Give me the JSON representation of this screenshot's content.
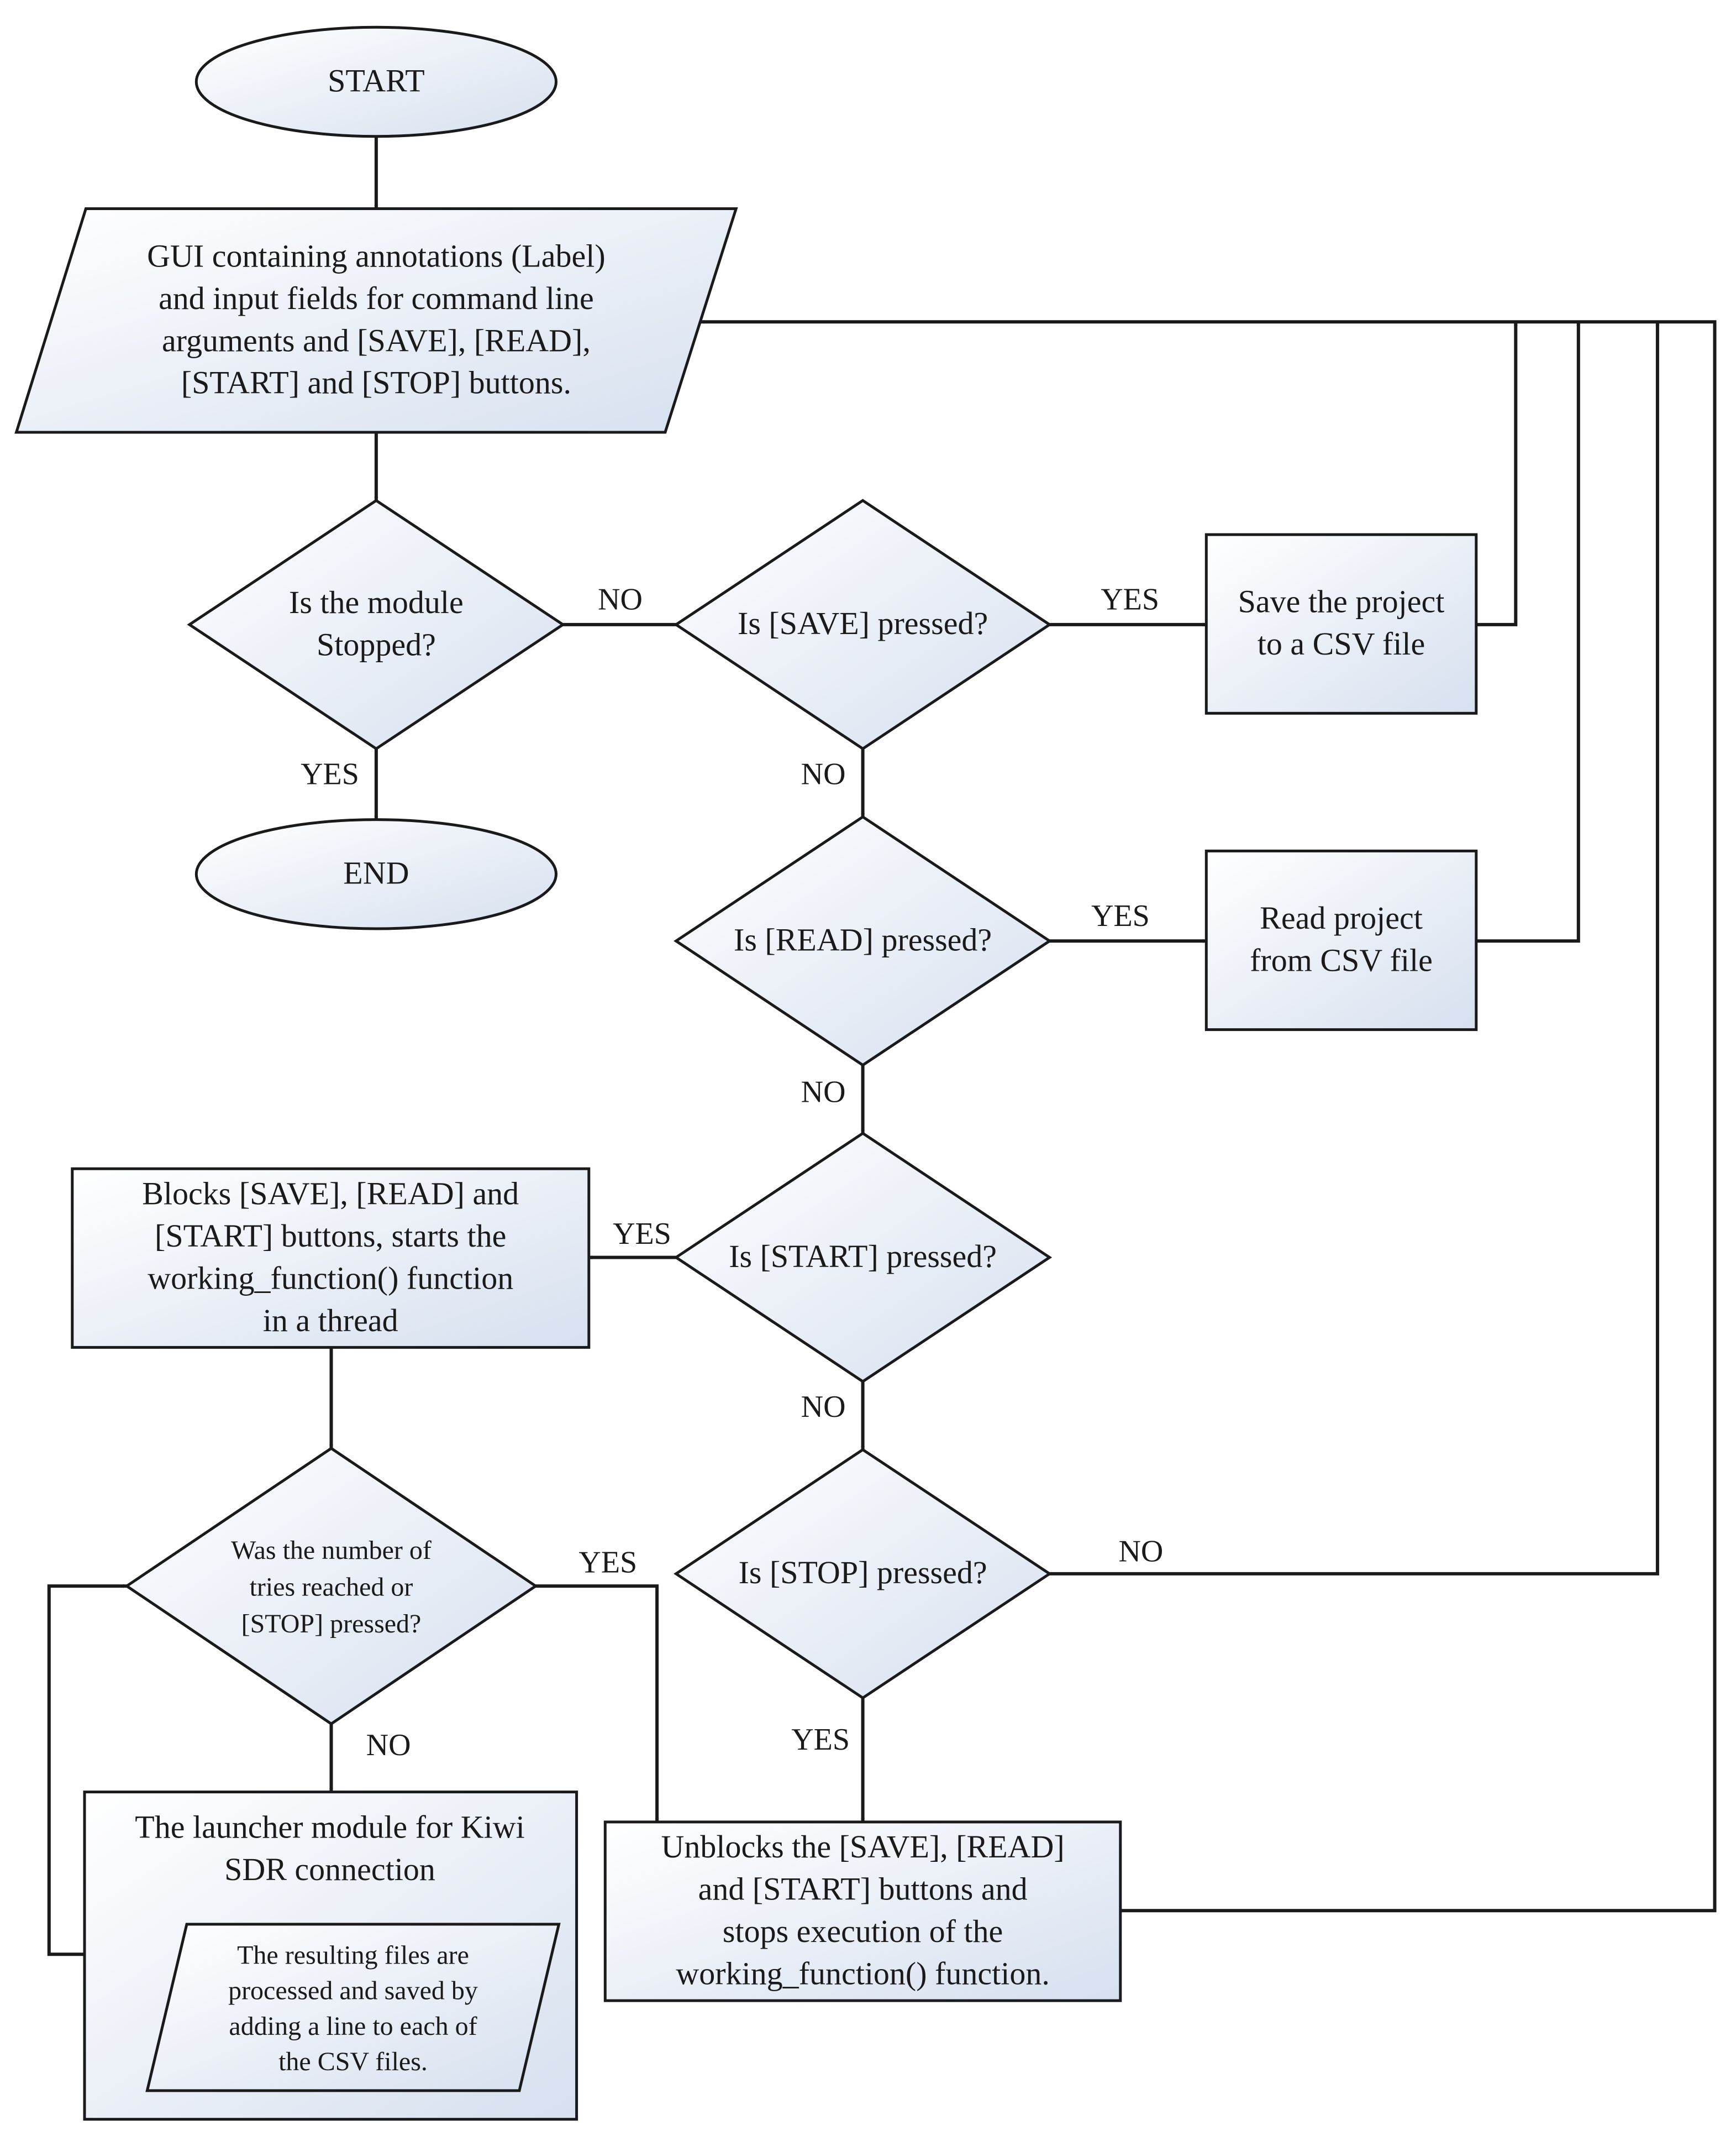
{
  "nodes": {
    "start": {
      "lines": [
        "START"
      ]
    },
    "gui": {
      "lines": [
        "GUI containing annotations (Label)",
        "and input fields for command line",
        "arguments and [SAVE], [READ],",
        "[START] and [STOP] buttons."
      ]
    },
    "stopped_q": {
      "lines": [
        "Is the module",
        "Stopped?"
      ]
    },
    "end": {
      "lines": [
        "END"
      ]
    },
    "save_q": {
      "lines": [
        "Is [SAVE] pressed?"
      ]
    },
    "save_box": {
      "lines": [
        "Save the project",
        "to a CSV file"
      ]
    },
    "read_q": {
      "lines": [
        "Is [READ] pressed?"
      ]
    },
    "read_box": {
      "lines": [
        "Read project",
        "from CSV file"
      ]
    },
    "start_q": {
      "lines": [
        "Is [START] pressed?"
      ]
    },
    "blocks_box": {
      "lines": [
        "Blocks [SAVE], [READ] and",
        "[START] buttons, starts the",
        "working_function() function",
        "in a thread"
      ]
    },
    "tries_q": {
      "lines": [
        "Was the number of",
        "tries reached or",
        "[STOP] pressed?"
      ]
    },
    "stop_q": {
      "lines": [
        "Is [STOP] pressed?"
      ]
    },
    "launcher_box": {
      "lines": [
        "The launcher module for Kiwi",
        "SDR connection"
      ]
    },
    "files_para": {
      "lines": [
        "The resulting files are",
        "processed and saved by",
        "adding a line to each of",
        "the CSV files."
      ]
    },
    "unblocks_box": {
      "lines": [
        "Unblocks the [SAVE], [READ]",
        "and [START] buttons and",
        "stops execution of the",
        "working_function() function."
      ]
    }
  },
  "edge_labels": {
    "stopped_no": "NO",
    "stopped_yes": "YES",
    "save_yes": "YES",
    "save_no": "NO",
    "read_yes": "YES",
    "read_no": "NO",
    "start_yes": "YES",
    "start_no": "NO",
    "tries_yes": "YES",
    "tries_no": "NO",
    "stop_no": "NO",
    "stop_yes": "YES"
  },
  "colors": {
    "shape_fill_light": "#ffffff",
    "shape_fill_dark": "#d6e0ef",
    "line": "#1a1a1a"
  }
}
